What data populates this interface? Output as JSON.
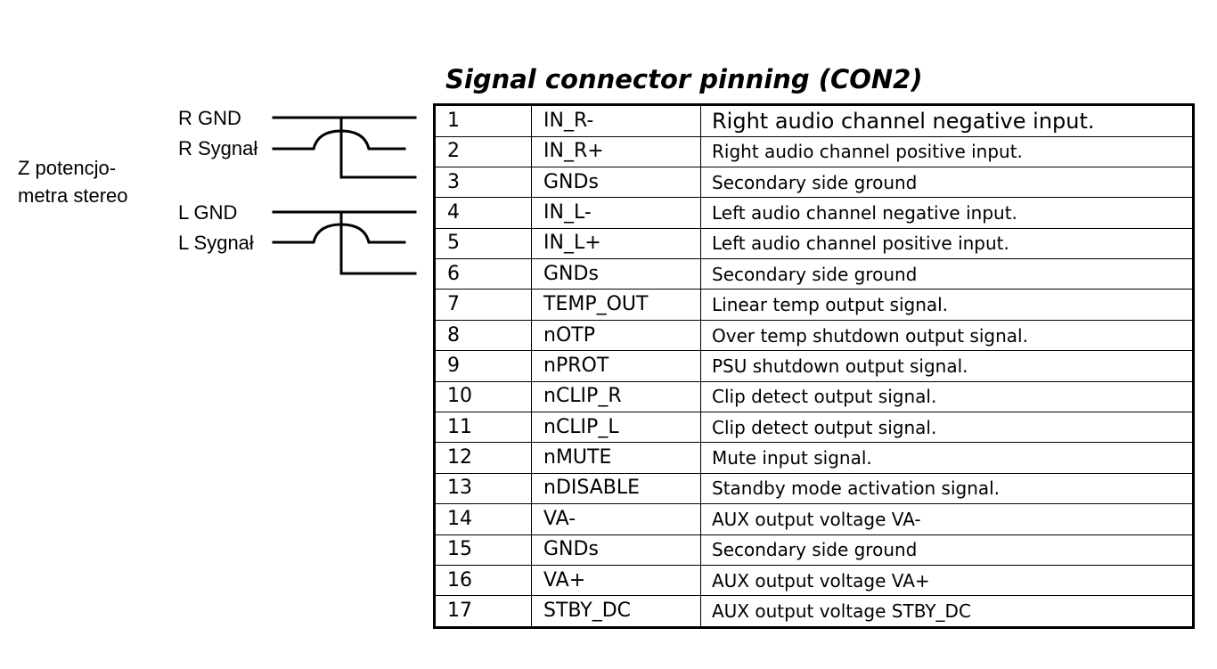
{
  "title": "Signal connector pinning (CON2)",
  "wiring": {
    "source_label": [
      "Z potencjo-",
      "metra stereo"
    ],
    "wires": [
      "R GND",
      "R Sygnał",
      "L GND",
      "L Sygnał"
    ]
  },
  "pins": [
    {
      "pin": "1",
      "name": "IN_R-",
      "description": "Right audio channel negative input."
    },
    {
      "pin": "2",
      "name": "IN_R+",
      "description": "Right audio channel positive input."
    },
    {
      "pin": "3",
      "name": "GNDs",
      "description": "Secondary side ground"
    },
    {
      "pin": "4",
      "name": "IN_L-",
      "description": "Left audio channel negative input."
    },
    {
      "pin": "5",
      "name": "IN_L+",
      "description": "Left audio channel positive input."
    },
    {
      "pin": "6",
      "name": "GNDs",
      "description": "Secondary side ground"
    },
    {
      "pin": "7",
      "name": "TEMP_OUT",
      "description": "Linear temp output signal."
    },
    {
      "pin": "8",
      "name": "nOTP",
      "description": "Over temp shutdown output signal."
    },
    {
      "pin": "9",
      "name": "nPROT",
      "description": "PSU shutdown output signal."
    },
    {
      "pin": "10",
      "name": "nCLIP_R",
      "description": "Clip detect output signal."
    },
    {
      "pin": "11",
      "name": "nCLIP_L",
      "description": "Clip detect output signal."
    },
    {
      "pin": "12",
      "name": "nMUTE",
      "description": "Mute input signal."
    },
    {
      "pin": "13",
      "name": "nDISABLE",
      "description": "Standby mode activation signal."
    },
    {
      "pin": "14",
      "name": "VA-",
      "description": "AUX output voltage VA-"
    },
    {
      "pin": "15",
      "name": "GNDs",
      "description": "Secondary side ground"
    },
    {
      "pin": "16",
      "name": "VA+",
      "description": "AUX output voltage VA+"
    },
    {
      "pin": "17",
      "name": "STBY_DC",
      "description": "AUX output voltage STBY_DC"
    }
  ]
}
